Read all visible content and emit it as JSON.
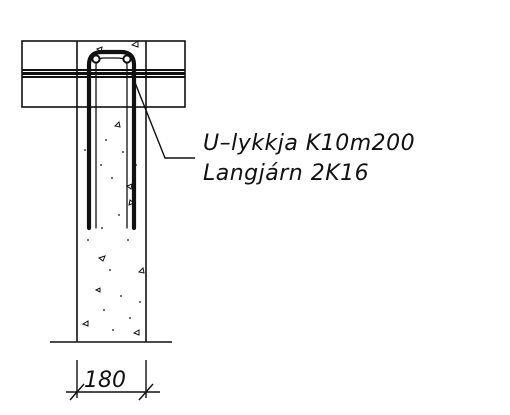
{
  "callout": {
    "line1": "U–lykkja K10m200",
    "line2": "Langjárn 2K16"
  },
  "dimension": {
    "width_label": "180"
  }
}
